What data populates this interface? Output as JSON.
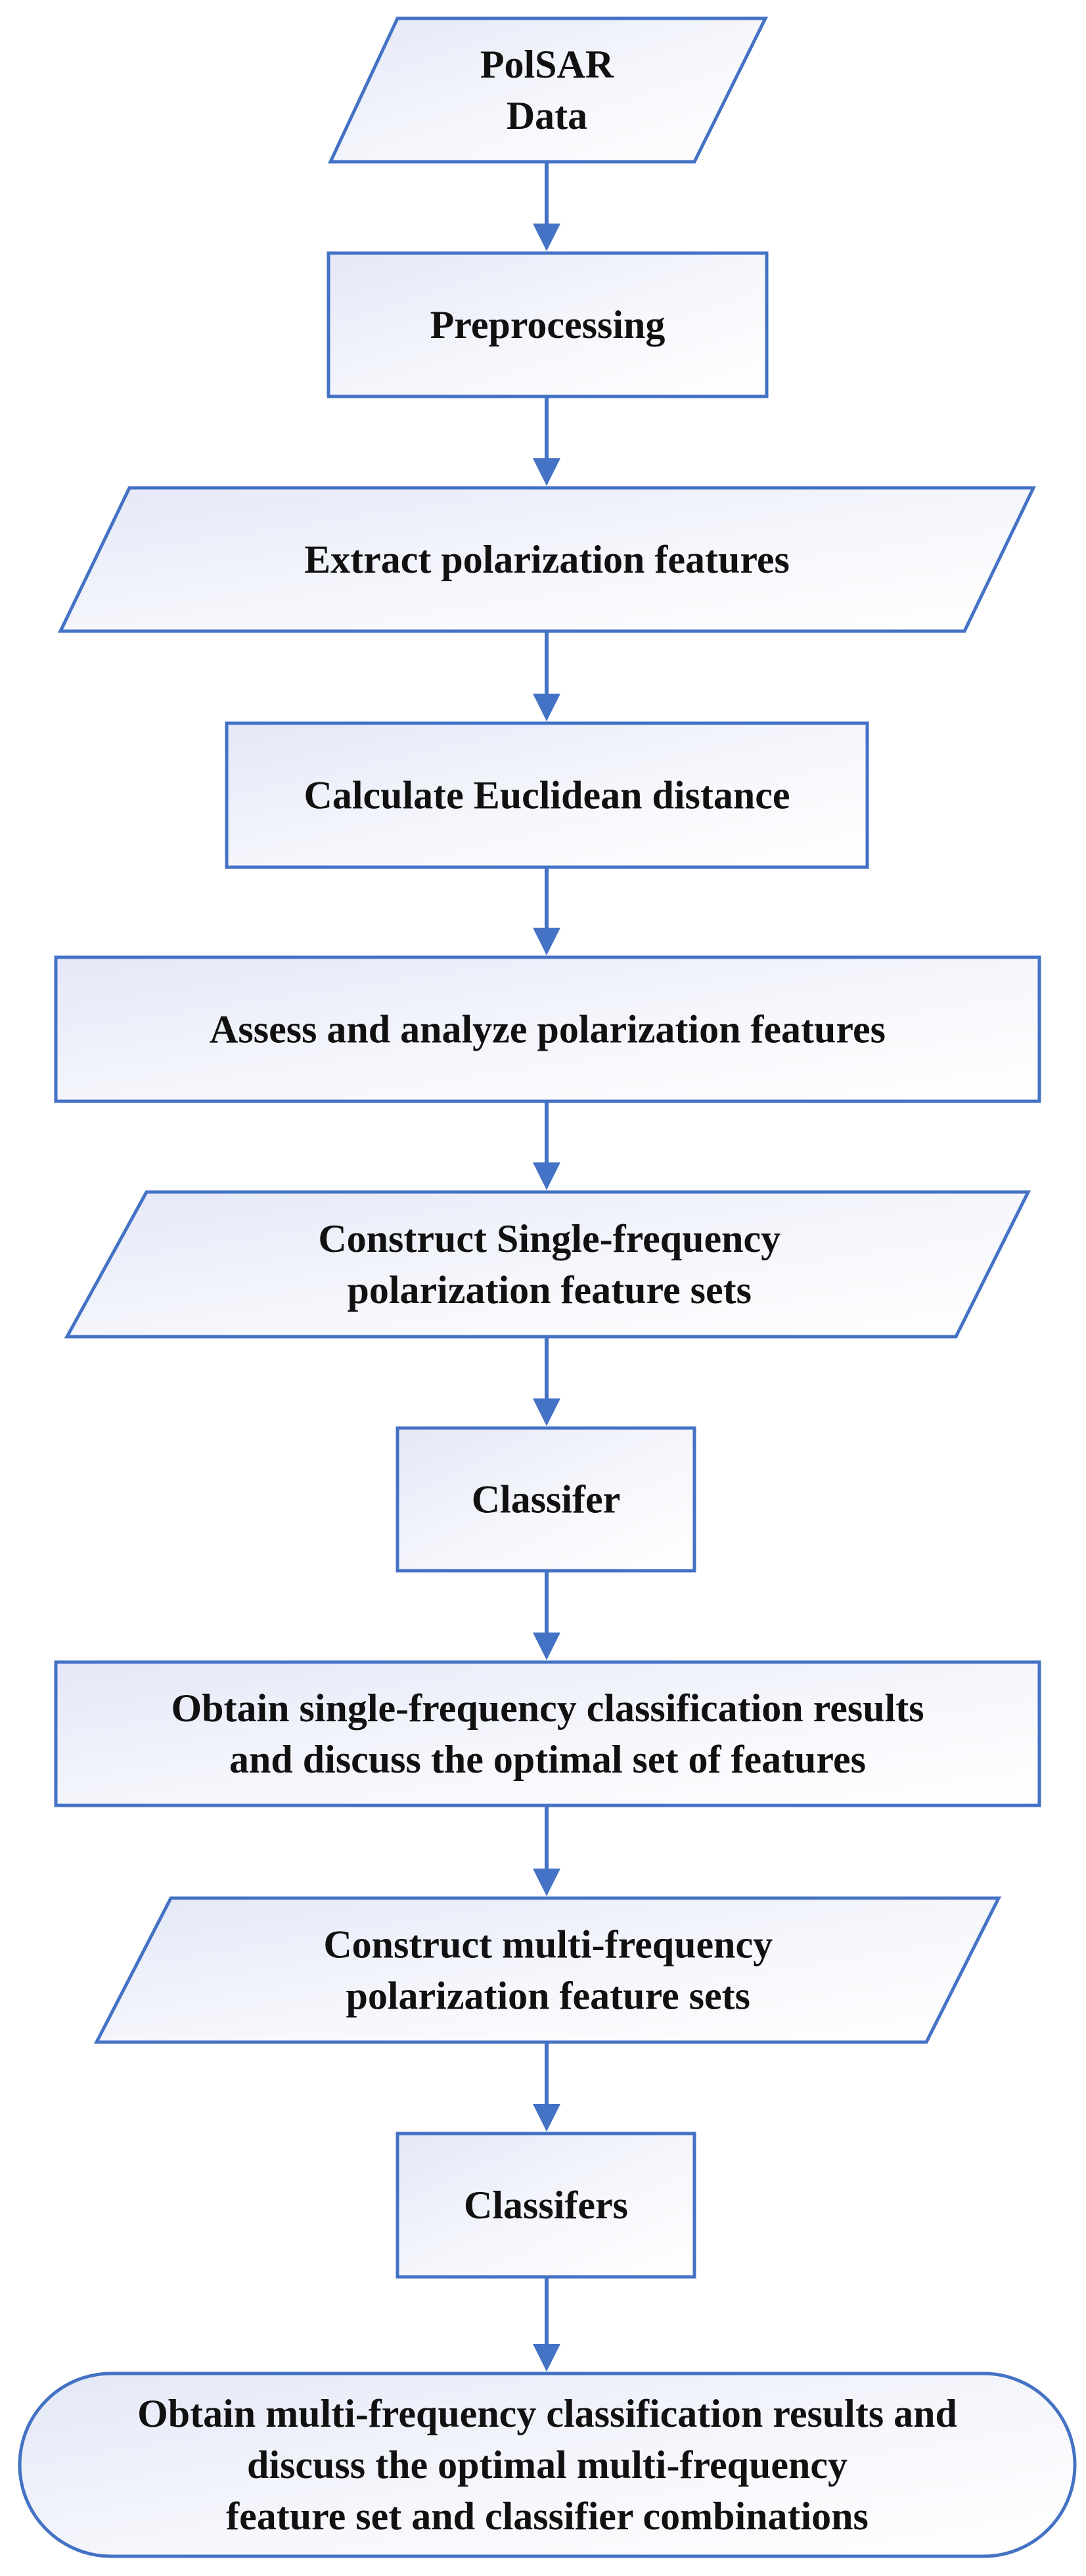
{
  "colors": {
    "border": "#4472C4",
    "arrow": "#4472C4",
    "fill_light": "#FFFFFF",
    "fill_tint": "#E4E8F7",
    "text": "#111111"
  },
  "nodes": [
    {
      "id": "polsar-data",
      "shape": "parallelogram",
      "lines": [
        "PolSAR",
        "Data"
      ]
    },
    {
      "id": "preprocessing",
      "shape": "rect",
      "lines": [
        "Preprocessing"
      ]
    },
    {
      "id": "extract-features",
      "shape": "parallelogram",
      "lines": [
        "Extract polarization features"
      ]
    },
    {
      "id": "euclidean-distance",
      "shape": "rect",
      "lines": [
        "Calculate Euclidean distance"
      ]
    },
    {
      "id": "assess-features",
      "shape": "rect",
      "lines": [
        "Assess and analyze polarization features"
      ]
    },
    {
      "id": "single-frequency-sets",
      "shape": "parallelogram",
      "lines": [
        "Construct Single-frequency",
        "polarization feature sets"
      ]
    },
    {
      "id": "classifer",
      "shape": "rect",
      "lines": [
        "Classifer"
      ]
    },
    {
      "id": "single-frequency-results",
      "shape": "rect",
      "lines": [
        "Obtain single-frequency classification results",
        "and discuss the optimal set of features"
      ]
    },
    {
      "id": "multi-frequency-sets",
      "shape": "parallelogram",
      "lines": [
        "Construct multi-frequency",
        "polarization feature sets"
      ]
    },
    {
      "id": "classifers",
      "shape": "rect",
      "lines": [
        "Classifers"
      ]
    },
    {
      "id": "multi-frequency-results",
      "shape": "terminator",
      "lines": [
        "Obtain multi-frequency classification results and",
        "discuss the optimal multi-frequency",
        "feature set and classifier combinations"
      ]
    }
  ]
}
